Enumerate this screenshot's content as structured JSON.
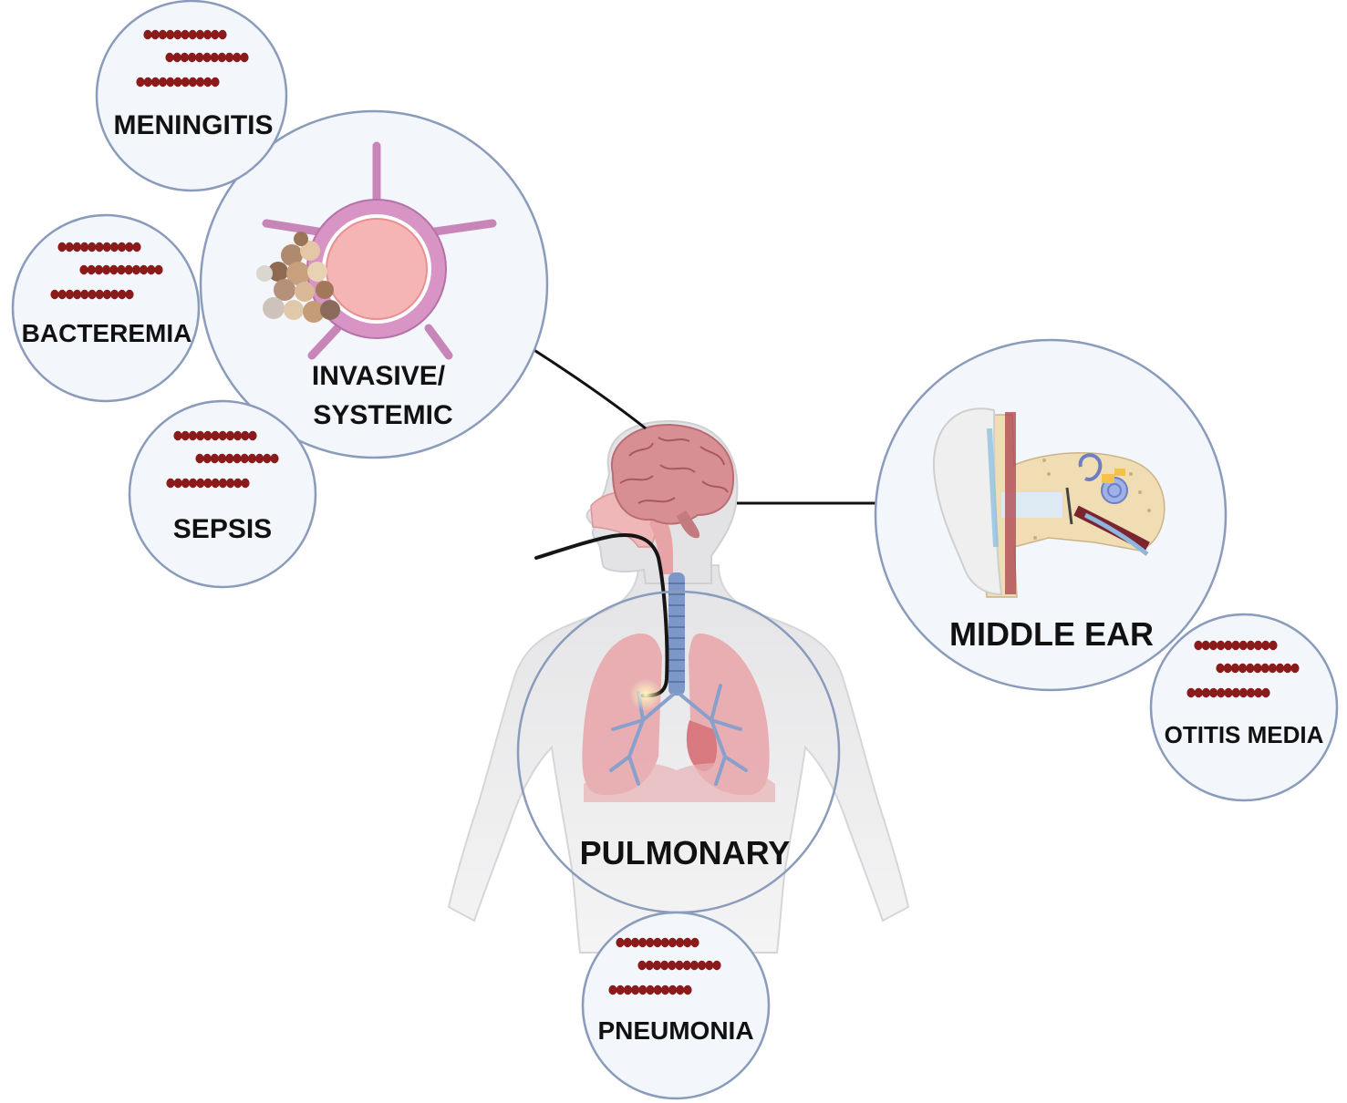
{
  "regions": {
    "invasive": {
      "line1": "INVASIVE/",
      "line2": "SYSTEMIC"
    },
    "middle_ear": {
      "label": "MIDDLE EAR"
    },
    "pulmonary": {
      "label": "PULMONARY"
    }
  },
  "diseases": {
    "meningitis": "MENINGITIS",
    "bacteremia": "BACTEREMIA",
    "sepsis": "SEPSIS",
    "otitis_media": "OTITIS MEDIA",
    "pneumonia": "PNEUMONIA"
  },
  "colors": {
    "bacteria": "#8b1a1a",
    "circle_stroke": "#8a9bbb",
    "circle_fill": "#f3f6fb",
    "lung": "#e8a3a8",
    "airway": "#7d97c8",
    "vessel_wall": "#c886b8",
    "brain": "#d88f94"
  },
  "icons": [
    "bacteria-chain-icon",
    "blood-vessel-icon",
    "brain-icon",
    "lungs-icon",
    "ear-icon",
    "arrow-icon"
  ]
}
